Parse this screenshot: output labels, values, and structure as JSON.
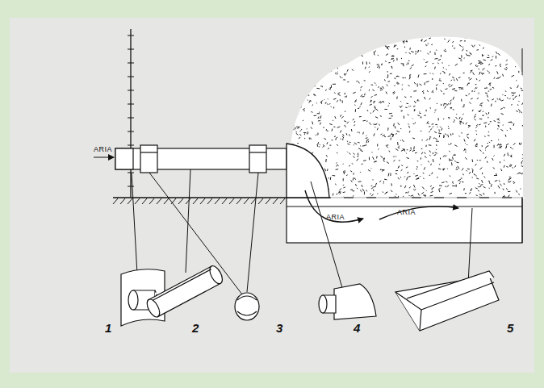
{
  "diagram": {
    "labels": [
      "ARIA",
      "ARIA",
      "ARIA",
      "1",
      "2",
      "3",
      "4",
      "5"
    ]
  }
}
